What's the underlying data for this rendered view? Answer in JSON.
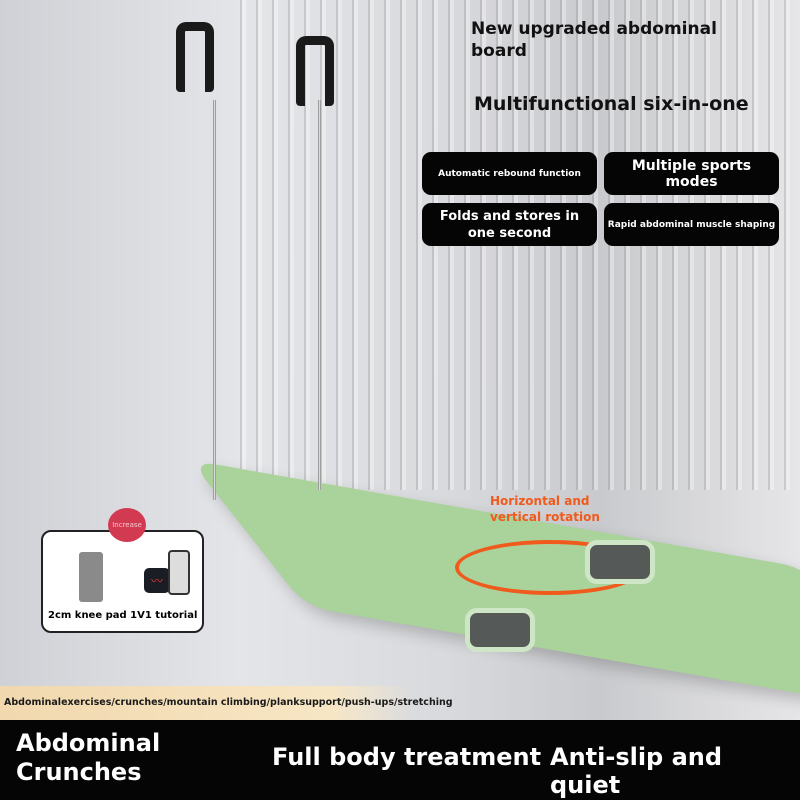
{
  "headline": {
    "line1": "New upgraded abdominal",
    "line2": "board",
    "subtitle": "Multifunctional six-in-one"
  },
  "features": [
    "Automatic rebound function",
    "Multiple sports modes",
    "Folds and stores in one second",
    "Rapid abdominal muscle shaping"
  ],
  "rotation_label": {
    "line1": "Horizontal and",
    "line2": "vertical rotation"
  },
  "accessory_card": {
    "badge": "Increase",
    "caption": "2cm knee pad 1V1 tutorial"
  },
  "exercises": "Abdominalexercises/crunches/mountain climbing/planksupport/push-ups/stretching",
  "bottom_bar": {
    "left_line1": "Abdominal",
    "left_line2": "Crunches",
    "middle": "Full body treatment",
    "right": "Anti-slip and quiet"
  },
  "colors": {
    "board": "#a9d39a",
    "accent": "#f05a1c",
    "badge": "#d23a52"
  }
}
